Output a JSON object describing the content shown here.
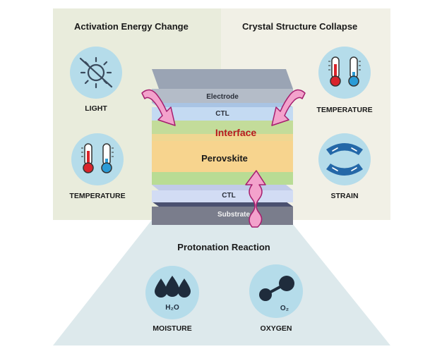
{
  "panels": {
    "top_left": {
      "title": "Activation Energy Change",
      "items": [
        "LIGHT",
        "TEMPERATURE"
      ]
    },
    "top_right": {
      "title": "Crystal Structure Collapse",
      "items": [
        "TEMPERATURE",
        "STRAIN"
      ]
    },
    "bottom": {
      "title": "Protonation Reaction",
      "items": [
        "MOISTURE",
        "OXYGEN"
      ]
    }
  },
  "stack_layers": {
    "electrode": "Electrode",
    "ctl_top": "CTL",
    "interface": "Interface",
    "perovskite": "Perovskite",
    "ctl_bottom": "CTL",
    "substrate": "Substrate"
  },
  "icon_text": {
    "water": "H₂O",
    "oxygen": "O₂"
  },
  "icons": [
    "light-off-icon",
    "thermometer-pair-icon",
    "thermometer-pair-icon",
    "strain-arrows-icon",
    "water-drops-icon",
    "oxygen-molecule-icon",
    "stress-arrow-icon"
  ],
  "colors": {
    "left_panel": "#e9ecdc",
    "right_panel": "#f1f0e6",
    "bottom_panel": "#dde9ec",
    "icon_circle": "#b5dcea",
    "electrode": "#b4bcc8",
    "ctl_top": "#c4daf2",
    "green_band": "#b9dc94",
    "perovskite": "#f7d48e",
    "ctl_bottom": "#d2dcf4",
    "substrate": "#7a7d8c",
    "interface_text": "#b8191c",
    "arrow_fill": "#f3a2cc",
    "arrow_stroke": "#a51e6e"
  }
}
